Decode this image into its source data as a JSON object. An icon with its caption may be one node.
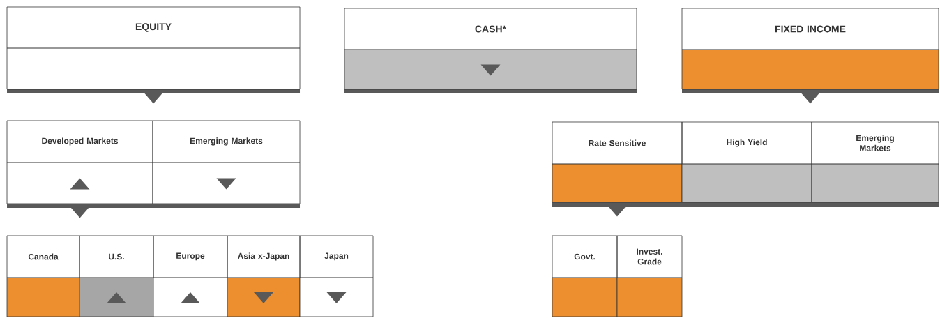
{
  "diagram": {
    "nodes": [
      {
        "text": [
          "EQUITY"
        ]
      },
      {
        "text": [
          "CASH*"
        ]
      },
      {
        "text": [
          "FIXED INCOME"
        ]
      },
      {
        "text": [
          "Developed Markets"
        ]
      },
      {
        "text": [
          "Emerging Markets"
        ]
      },
      {
        "text": [
          "Rate Sensitive"
        ]
      },
      {
        "text": [
          "High Yield"
        ]
      },
      {
        "text": [
          "Emerging Markets"
        ]
      },
      {
        "text": [
          "Canada"
        ]
      },
      {
        "text": [
          "U.S."
        ]
      },
      {
        "text": [
          "Europe"
        ]
      },
      {
        "text": [
          "Asia x-Japan"
        ]
      },
      {
        "text": [
          "Japan"
        ]
      },
      {
        "text": [
          "Govt."
        ]
      },
      {
        "text": [
          "Invest. Grade"
        ]
      }
    ],
    "edges": [
      {
        "from": 0,
        "to": null,
        "arrow": "to"
      },
      {
        "from": 2,
        "to": null,
        "arrow": "to"
      },
      {
        "from": 3,
        "to": null,
        "arrow": "to"
      },
      {
        "from": 5,
        "to": null,
        "arrow": "to"
      }
    ]
  }
}
